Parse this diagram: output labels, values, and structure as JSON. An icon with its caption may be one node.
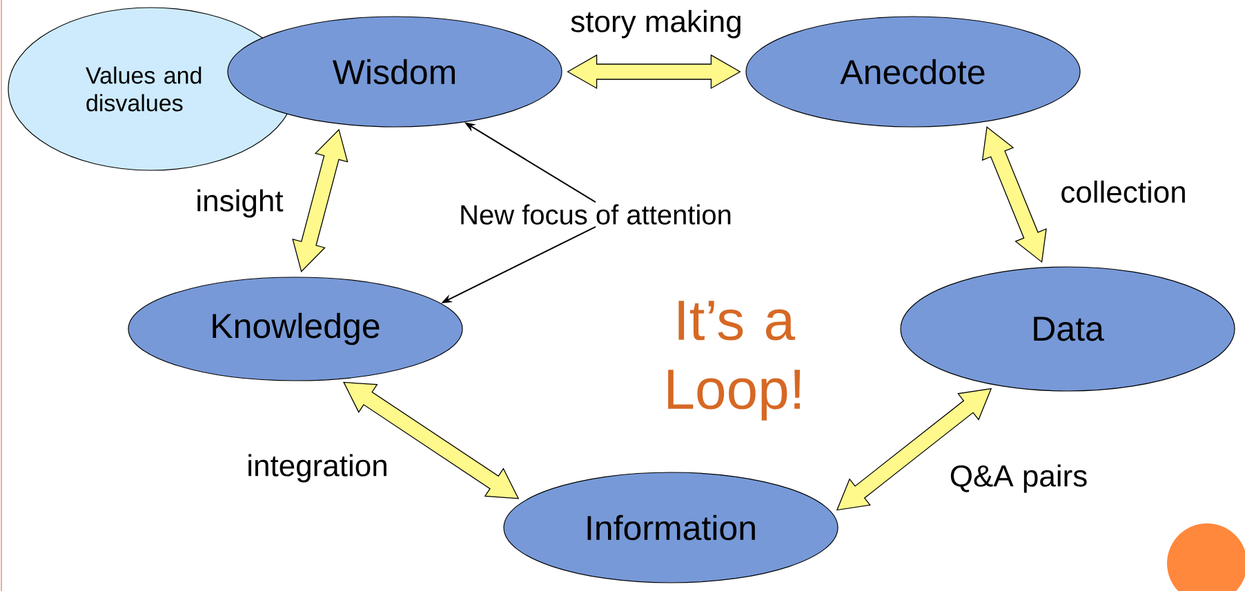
{
  "diagram": {
    "nodes": [
      {
        "text": [
          "Values and disvalues"
        ]
      },
      {
        "text": [
          "Wisdom"
        ]
      },
      {
        "text": [
          "Anecdote"
        ]
      },
      {
        "text": [
          "Knowledge"
        ]
      },
      {
        "text": [
          "Data"
        ]
      },
      {
        "text": [
          "Information"
        ]
      },
      {
        "text": [
          "New focus of attention"
        ]
      }
    ],
    "edges": [
      {
        "from": 1,
        "to": 2,
        "arrow": "both",
        "label": "story making",
        "style": "thick"
      },
      {
        "from": 2,
        "to": 4,
        "arrow": "both",
        "label": "collection",
        "style": "thick"
      },
      {
        "from": 4,
        "to": 5,
        "arrow": "both",
        "label": "Q&A pairs",
        "style": "thick"
      },
      {
        "from": 5,
        "to": 3,
        "arrow": "both",
        "label": "integration",
        "style": "thick"
      },
      {
        "from": 3,
        "to": 1,
        "arrow": "both",
        "label": "insight",
        "style": "thick"
      },
      {
        "from": 6,
        "to": 1,
        "arrow": "to",
        "color": "#000000"
      },
      {
        "from": 6,
        "to": 3,
        "arrow": "to",
        "color": "#000000"
      }
    ],
    "labels": [
      "It’s a Loop!"
    ]
  }
}
